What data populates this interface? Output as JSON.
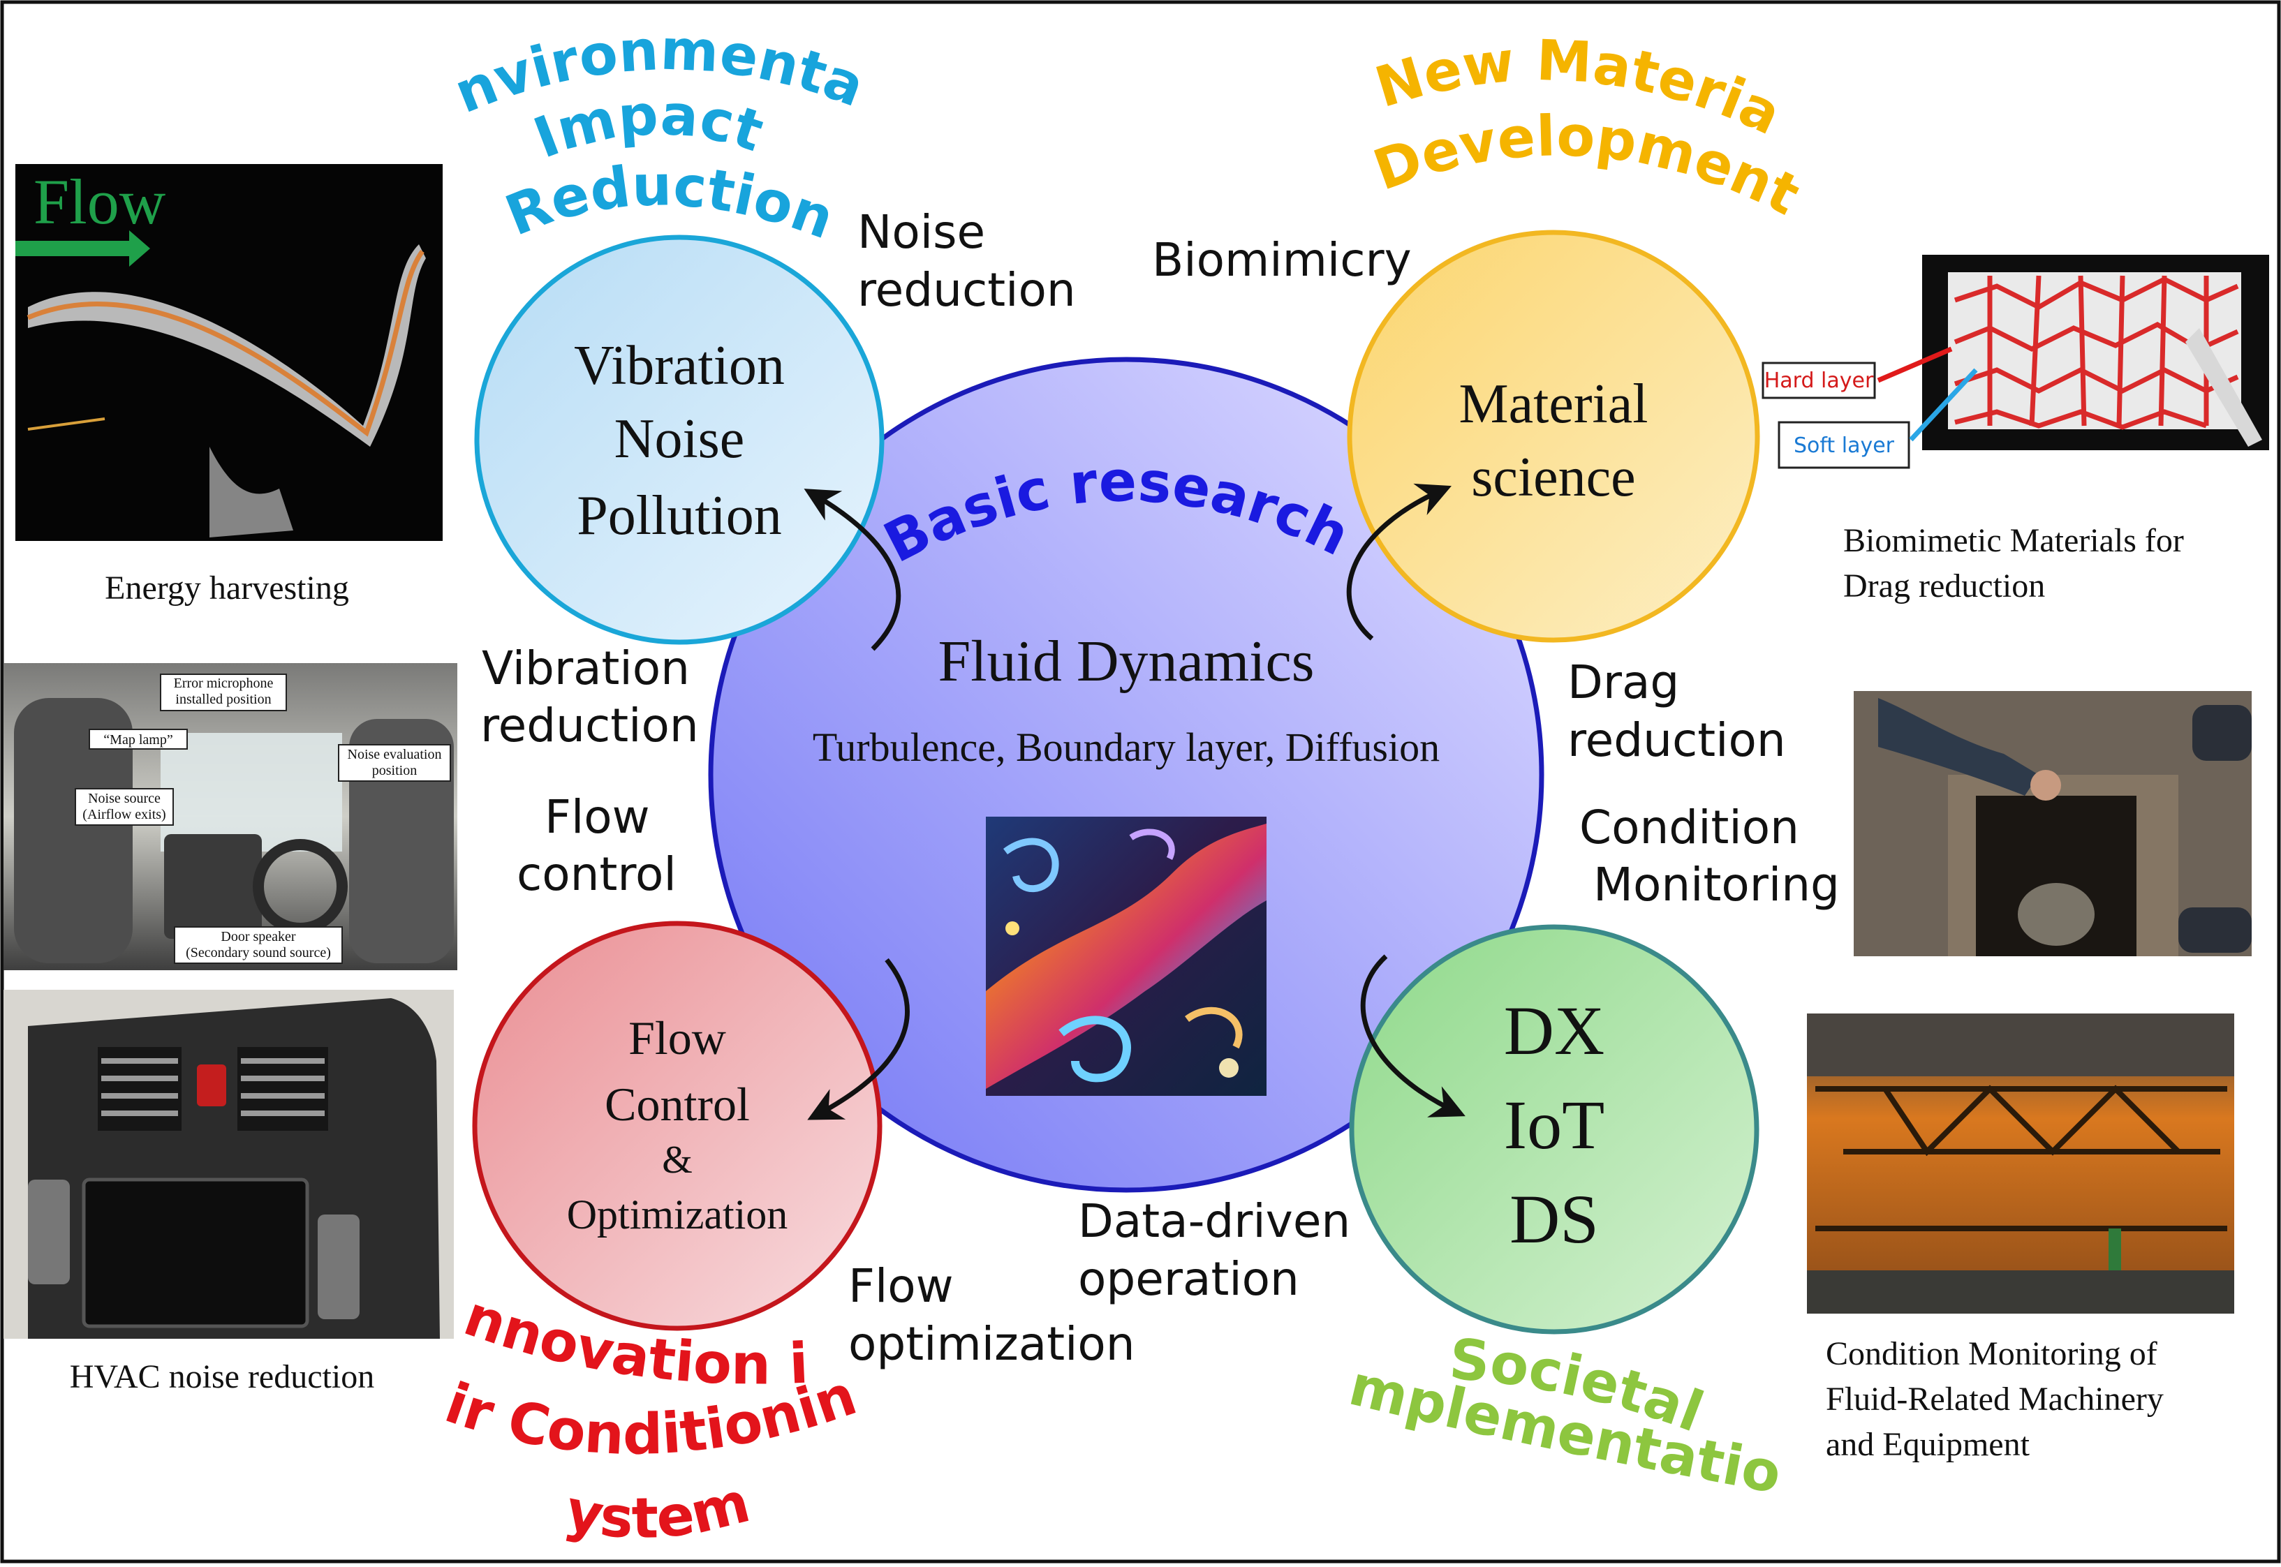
{
  "center": {
    "heading": "Basic research",
    "title": "Fluid Dynamics",
    "subtitle": "Turbulence, Boundary layer, Diffusion"
  },
  "nodes": {
    "vibration": {
      "lines": [
        "Vibration",
        "Noise",
        "Pollution"
      ],
      "color": "#1aa6d8"
    },
    "material": {
      "lines": [
        "Material",
        "science"
      ],
      "color": "#f2b721"
    },
    "flow": {
      "lines": [
        "Flow",
        "Control",
        "&",
        "Optimization"
      ],
      "color": "#c4161c"
    },
    "dx": {
      "lines": [
        "DX",
        "IoT",
        "DS"
      ],
      "color": "#3a8a8a"
    }
  },
  "themes": {
    "environmental": [
      "Environmental",
      "Impact",
      "Reduction"
    ],
    "material": [
      "New Material",
      "Development"
    ],
    "aircon": [
      "Innovation in",
      "Air Conditioning",
      "Systems"
    ],
    "societal": [
      "Societal",
      "Implementation"
    ]
  },
  "theme_colors": {
    "environmental": "#18a4dc",
    "material": "#f5b400",
    "aircon": "#e3141b",
    "societal": "#8dc63f",
    "basic": "#1a1ae0"
  },
  "labels": {
    "noise_reduction": [
      "Noise",
      "reduction"
    ],
    "biomimicry": "Biomimicry",
    "vibration_reduction": [
      "Vibration",
      "reduction"
    ],
    "drag_reduction": [
      "Drag",
      "reduction"
    ],
    "flow_control": [
      "Flow",
      "control"
    ],
    "condition_monitoring": [
      "Condition",
      "Monitoring"
    ],
    "data_driven": [
      "Data-driven",
      "operation"
    ],
    "flow_optimization": [
      "Flow",
      "optimization"
    ]
  },
  "photos": {
    "energy": {
      "caption": "Energy harvesting",
      "overlay": "Flow"
    },
    "car_interior": {
      "caption": "",
      "callouts": [
        "Error microphone",
        "installed position",
        "“Map lamp”",
        "Noise evaluation",
        "position",
        "Noise source",
        "(Airflow exits)",
        "Door speaker",
        "(Secondary sound source)"
      ]
    },
    "hvac": {
      "caption": "HVAC noise reduction"
    },
    "biomimetic": {
      "caption": [
        "Biomimetic Materials for",
        "Drag reduction"
      ],
      "hard_layer": "Hard layer",
      "soft_layer": "Soft layer"
    },
    "manhole": {
      "caption": ""
    },
    "machinery": {
      "caption": [
        "Condition Monitoring of",
        "Fluid-Related Machinery",
        "and Equipment"
      ]
    }
  }
}
